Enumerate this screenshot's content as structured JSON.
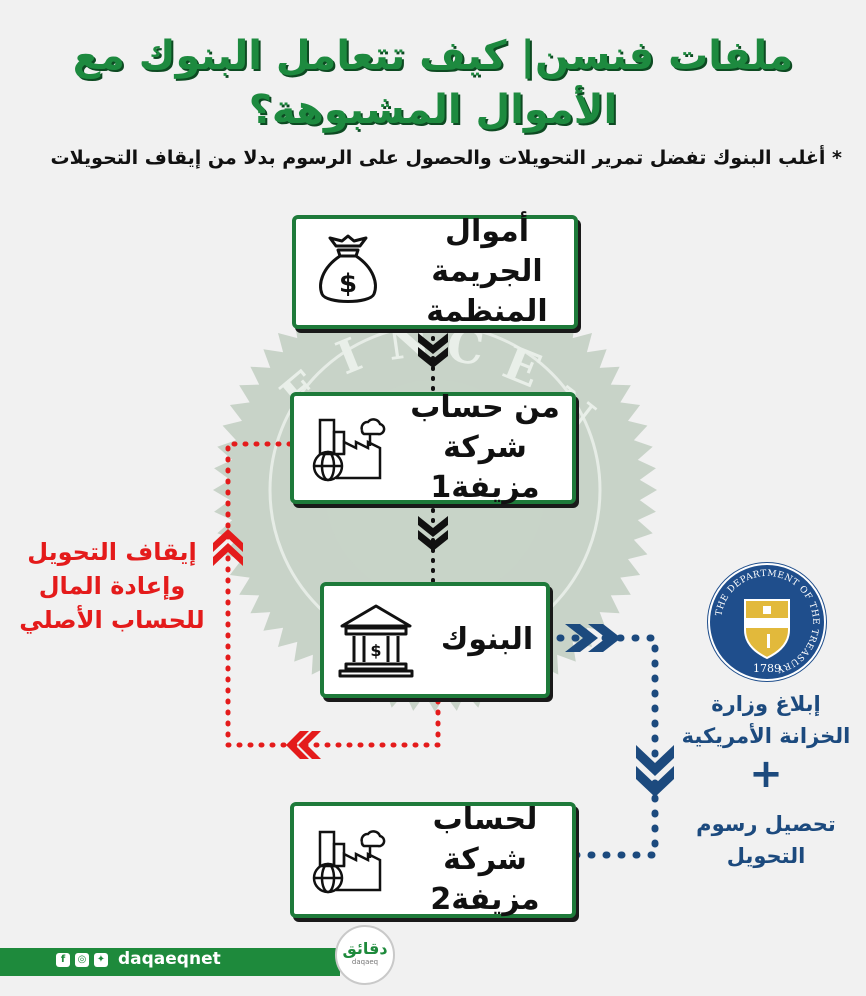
{
  "title": {
    "line1": "ملفات فنسن| كيف تتعامل البنوك مع",
    "line2": "الأموال المشبوهة؟"
  },
  "subtitle": "* أغلب البنوك تفضل تمرير التحويلات والحصول على الرسوم بدلا من إيقاف التحويلات",
  "nodes": {
    "crime_money": {
      "line1": "أموال الجريمة",
      "line2": "المنظمة",
      "icon": "money-bag-icon"
    },
    "fake_company_1": {
      "line1": "من حساب",
      "line2": "شركة مزيفة1",
      "icon": "factory-globe-icon"
    },
    "bank": {
      "label": "البنوك",
      "icon": "bank-building-icon"
    },
    "fake_company_2": {
      "line1": "لحساب",
      "line2": "شركة مزيفة2",
      "icon": "factory-globe-icon"
    }
  },
  "red_path_label": {
    "line1": "إيقاف التحويل",
    "line2": "وإعادة المال",
    "line3": "للحساب الأصلي"
  },
  "blue_path_label": {
    "line1": "إبلاغ وزارة",
    "line2": "الخزانة الأمريكية",
    "plus": "+",
    "line3": "تحصيل رسوم",
    "line4": "التحويل"
  },
  "treasury_seal": {
    "ring_text": "THE DEPARTMENT OF THE TREASURY",
    "year": "1789"
  },
  "footer": {
    "handle": "daqaeqnet",
    "logo_text": "دقائق",
    "logo_sub": "daqaeq"
  },
  "colors": {
    "green": "#1e7a3a",
    "red": "#e41b1b",
    "navy": "#1c4a7e",
    "black": "#111111"
  }
}
